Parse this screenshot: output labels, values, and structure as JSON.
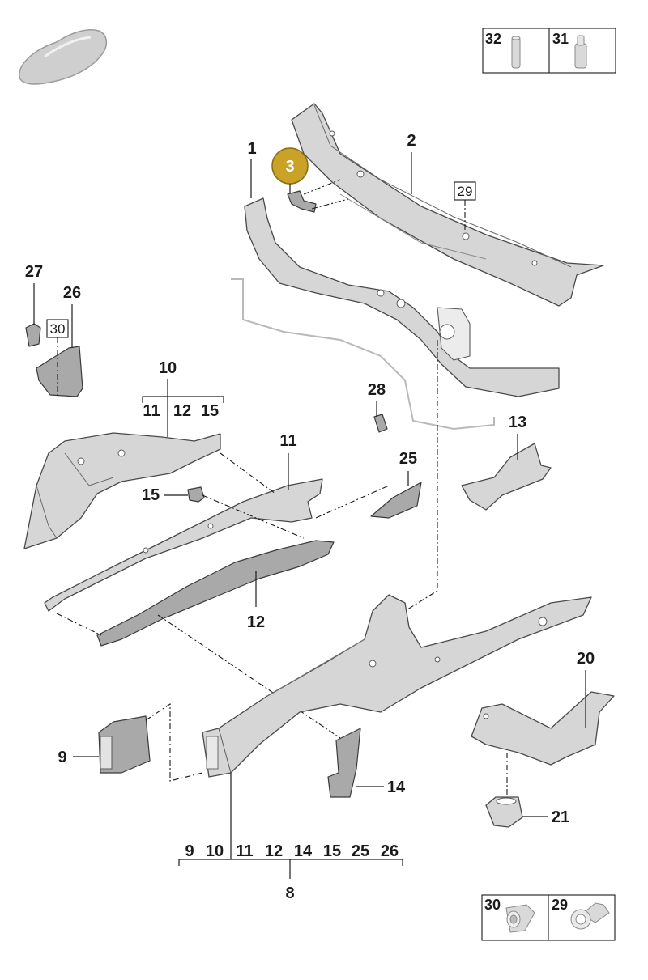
{
  "labels": {
    "p1": "1",
    "p2": "2",
    "p3": "3",
    "p8": "8",
    "p9": "9",
    "p10": "10",
    "p11": "11",
    "p12": "12",
    "p13": "13",
    "p14": "14",
    "p15": "15",
    "p20": "20",
    "p21": "21",
    "p25": "25",
    "p26": "26",
    "p27": "27",
    "p28": "28",
    "box29": "29",
    "box30": "30"
  },
  "group10": {
    "a": "11",
    "b": "12",
    "c": "15"
  },
  "group8": [
    "9",
    "10",
    "11",
    "12",
    "14",
    "15",
    "25",
    "26"
  ],
  "legend_top": {
    "left": "32",
    "right": "31"
  },
  "legend_bottom": {
    "left": "30",
    "right": "29"
  },
  "colors": {
    "highlight": "#c9a227",
    "part": "#d6d6d6",
    "line": "#1a1a1a"
  },
  "icons": {
    "car": "car-silhouette-icon"
  }
}
